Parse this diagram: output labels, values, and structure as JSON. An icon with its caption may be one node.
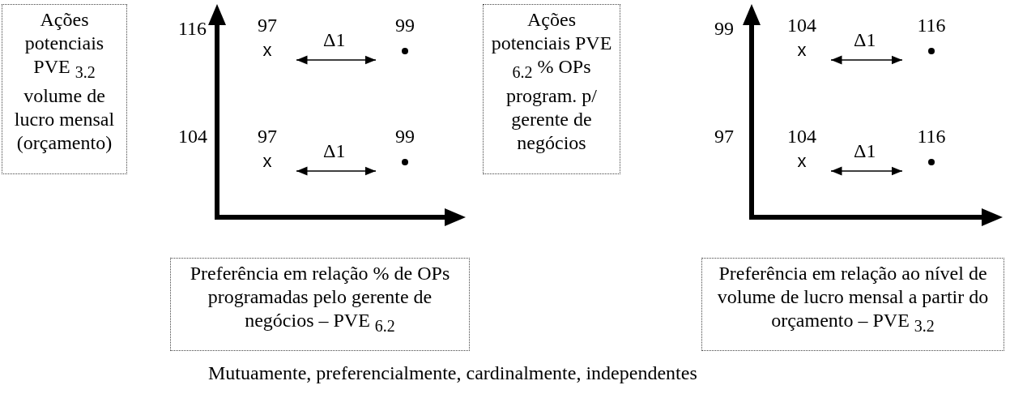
{
  "diagram": {
    "caption": "Mutuamente, preferencialmente, cardinalmente, independentes",
    "nodes": [
      {
        "text": [
          "Ações potenciais PVE $_{3.2}$ volume de lucro mensal (orçamento)"
        ]
      },
      {
        "text": [
          "97",
          "x"
        ]
      },
      {
        "text": [
          "99"
        ]
      },
      {
        "text": [
          "Ações potenciais PVE $_{6.2}$ % OPs program. p/ gerente de negócios"
        ]
      },
      {
        "text": [
          "104",
          "x"
        ]
      },
      {
        "text": [
          "116"
        ]
      },
      {
        "text": [
          "97",
          "x"
        ]
      },
      {
        "text": [
          "99"
        ]
      },
      {
        "text": [
          "104",
          "x"
        ]
      },
      {
        "text": [
          "116"
        ]
      },
      {
        "text": [
          "Preferência em relação % de OPs programadas pelo gerente de negócios – PVE $_{6.2}$"
        ]
      },
      {
        "text": [
          "Preferência em relação ao nível de volume de lucro mensal a partir do orçamento – PVE $_{3.2}$"
        ]
      }
    ],
    "edges": [
      {
        "from": 1,
        "to": 2,
        "arrow": "both",
        "label": "Δ1"
      },
      {
        "from": 4,
        "to": 5,
        "arrow": "both",
        "label": "Δ1"
      },
      {
        "from": 6,
        "to": 7,
        "arrow": "both",
        "label": "Δ1"
      },
      {
        "from": 8,
        "to": 9,
        "arrow": "both",
        "label": "Δ1"
      }
    ],
    "labels": [
      "116",
      "99",
      "104",
      "97"
    ]
  }
}
